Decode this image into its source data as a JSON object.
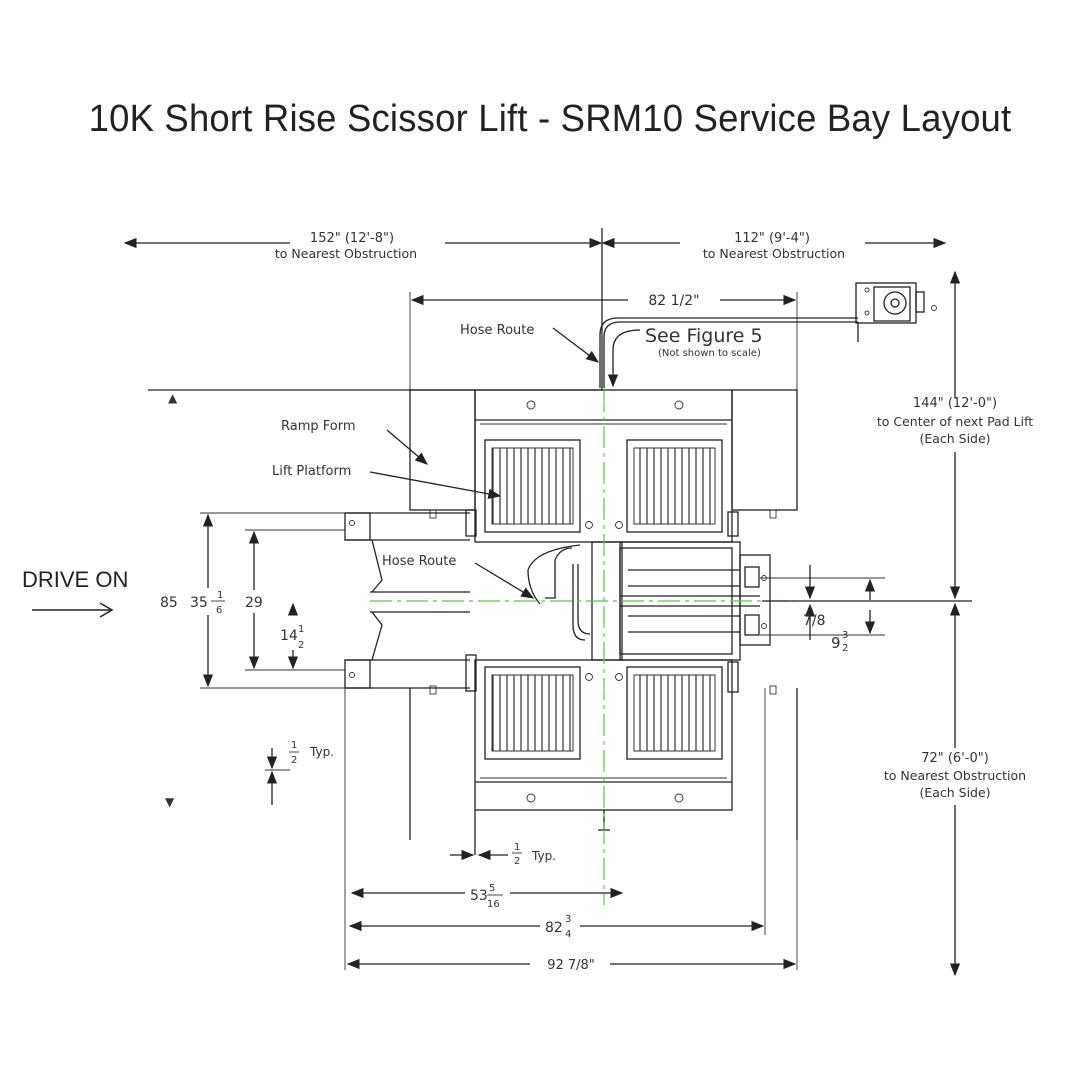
{
  "title": "10K Short Rise Scissor Lift - SRM10 Service Bay Layout",
  "labels": {
    "dim_152": "152\" (12'-8\")",
    "dim_112": "112\" (9'-4\")",
    "to_nearest_obstruction": "to Nearest Obstruction",
    "dim_82_half": "82 1/2\"",
    "hose_route": "Hose Route",
    "see_figure_5": "See Figure 5",
    "not_to_scale": "(Not shown to scale)",
    "ramp_form": "Ramp Form",
    "lift_platform": "Lift Platform",
    "dim_144": "144\" (12'-0\")",
    "to_center_next_pad": "to Center of next Pad Lift",
    "each_side": "(Each Side)",
    "drive_on": "DRIVE ON",
    "dim_85": "85",
    "dim_35_whole": "35",
    "dim_35_num": "1",
    "dim_35_den": "6",
    "dim_29": "29",
    "dim_14_whole": "14",
    "dim_14_num": "1",
    "dim_14_den": "2",
    "dim_7_8": "7/8",
    "dim_9_whole": "9",
    "dim_9_num": "3",
    "dim_9_den": "2",
    "half_num": "1",
    "half_den": "2",
    "typ": "Typ.",
    "dim_72": "72\" (6'-0\")",
    "dim_53_whole": "53",
    "dim_53_num": "5",
    "dim_53_den": "16",
    "dim_82_whole": "82",
    "dim_82_num": "3",
    "dim_82_den": "4",
    "dim_92": "92 7/8\""
  },
  "colors": {
    "centerline": "#55cc44",
    "ink": "#222222"
  }
}
